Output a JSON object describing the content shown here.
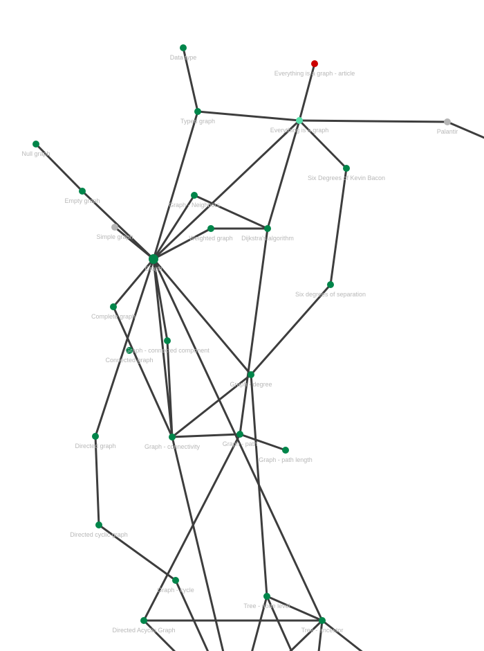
{
  "colors": {
    "node_default": "#00854a",
    "node_selected": "#cc0000",
    "node_highlight": "#55e0a8",
    "node_muted": "#b5b5b5",
    "edge": "#3d3d3d",
    "label": "#b8b8b8"
  },
  "nodes": [
    {
      "id": "data-type",
      "label": "Data type",
      "status": "default"
    },
    {
      "id": "everything-article",
      "label": "Everything is a graph - article",
      "status": "selected"
    },
    {
      "id": "typed-graph",
      "label": "Typed graph",
      "status": "default"
    },
    {
      "id": "everything-graph",
      "label": "Everything is a graph",
      "status": "highlight"
    },
    {
      "id": "palantir",
      "label": "Palantir",
      "status": "muted"
    },
    {
      "id": "null-graph",
      "label": "Null graph",
      "status": "default"
    },
    {
      "id": "six-degrees-kevin-bacon",
      "label": "Six Degrees of Kevin Bacon",
      "status": "default"
    },
    {
      "id": "empty-graph",
      "label": "Empty graph",
      "status": "default"
    },
    {
      "id": "graph-neighbors",
      "label": "Graph - Neighbors",
      "status": "default"
    },
    {
      "id": "simple-graph",
      "label": "Simple graph",
      "status": "muted"
    },
    {
      "id": "weighted-graph",
      "label": "Weighted graph",
      "status": "default"
    },
    {
      "id": "dijkstra",
      "label": "Dijkstra's algorithm",
      "status": "default"
    },
    {
      "id": "graph",
      "label": "Graph",
      "status": "default",
      "hub": true
    },
    {
      "id": "six-degrees-separation",
      "label": "Six degrees of separation",
      "status": "default"
    },
    {
      "id": "complete-graph",
      "label": "Complete graph",
      "status": "default"
    },
    {
      "id": "connected-component",
      "label": "Graph - connected component",
      "status": "default"
    },
    {
      "id": "connected-graph",
      "label": "Connected graph",
      "status": "default"
    },
    {
      "id": "graph-degree",
      "label": "Graph - degree",
      "status": "default"
    },
    {
      "id": "directed-graph",
      "label": "Directed graph",
      "status": "default"
    },
    {
      "id": "graph-connectivity",
      "label": "Graph - connectivity",
      "status": "default"
    },
    {
      "id": "graph-path",
      "label": "Graph - path",
      "status": "default"
    },
    {
      "id": "graph-path-length",
      "label": "Graph - path length",
      "status": "default"
    },
    {
      "id": "directed-cyclic-graph",
      "label": "Directed cyclic graph",
      "status": "default"
    },
    {
      "id": "graph-cycle",
      "label": "Graph - cycle",
      "status": "default"
    },
    {
      "id": "tree-node-level",
      "label": "Tree - node level",
      "status": "default"
    },
    {
      "id": "dag",
      "label": "Directed Acyclic Graph",
      "status": "default"
    },
    {
      "id": "tree-ancestor",
      "label": "Tree - ancestor",
      "status": "default"
    }
  ],
  "edges": [
    [
      "data-type",
      "typed-graph"
    ],
    [
      "typed-graph",
      "everything-graph"
    ],
    [
      "typed-graph",
      "graph"
    ],
    [
      "everything-article",
      "everything-graph"
    ],
    [
      "everything-graph",
      "palantir"
    ],
    [
      "everything-graph",
      "six-degrees-kevin-bacon"
    ],
    [
      "everything-graph",
      "graph"
    ],
    [
      "everything-graph",
      "dijkstra"
    ],
    [
      "null-graph",
      "empty-graph"
    ],
    [
      "empty-graph",
      "graph"
    ],
    [
      "six-degrees-kevin-bacon",
      "six-degrees-separation"
    ],
    [
      "six-degrees-separation",
      "graph-degree"
    ],
    [
      "graph-neighbors",
      "graph"
    ],
    [
      "graph-neighbors",
      "dijkstra"
    ],
    [
      "weighted-graph",
      "dijkstra"
    ],
    [
      "weighted-graph",
      "graph"
    ],
    [
      "simple-graph",
      "graph"
    ],
    [
      "dijkstra",
      "graph-path"
    ],
    [
      "graph",
      "complete-graph"
    ],
    [
      "graph",
      "connected-component"
    ],
    [
      "graph",
      "graph-degree"
    ],
    [
      "graph",
      "directed-graph"
    ],
    [
      "graph",
      "graph-connectivity"
    ],
    [
      "graph",
      "tree-ancestor"
    ],
    [
      "complete-graph",
      "graph-connectivity"
    ],
    [
      "connected-component",
      "graph-connectivity"
    ],
    [
      "graph-degree",
      "graph-connectivity"
    ],
    [
      "graph-degree",
      "tree-node-level"
    ],
    [
      "graph-connectivity",
      "graph-path"
    ],
    [
      "graph-path",
      "graph-path-length"
    ],
    [
      "graph-path",
      "dag"
    ],
    [
      "directed-graph",
      "directed-cyclic-graph"
    ],
    [
      "directed-cyclic-graph",
      "graph-cycle"
    ],
    [
      "tree-node-level",
      "tree-ancestor"
    ],
    [
      "tree-ancestor",
      "dag"
    ]
  ]
}
